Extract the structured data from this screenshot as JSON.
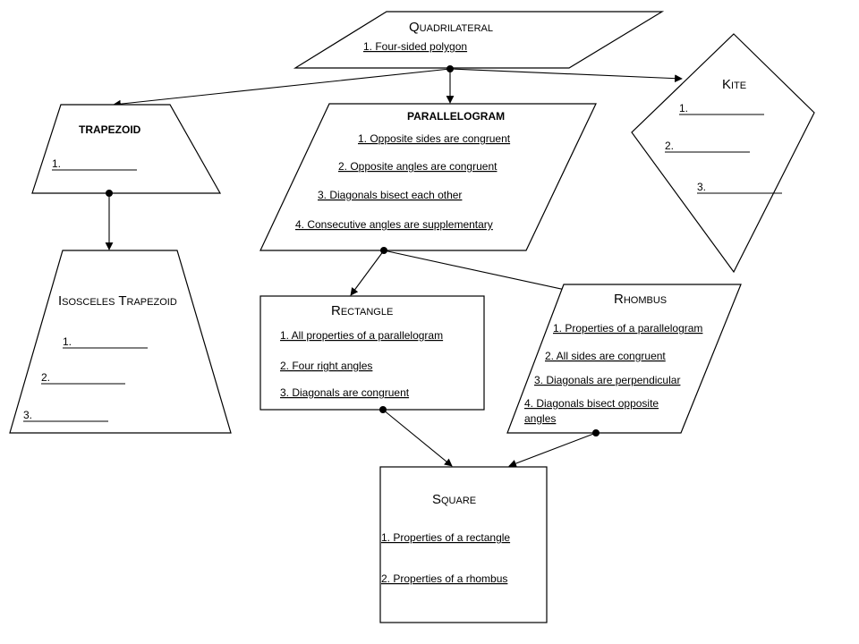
{
  "nodes": {
    "quadrilateral": {
      "title": "Quadrilateral",
      "properties": [
        "1. Four-sided polygon"
      ]
    },
    "trapezoid": {
      "title": "TRAPEZOID",
      "blanks": [
        "1."
      ]
    },
    "isosceles_trapezoid": {
      "title": "Isosceles Trapezoid",
      "blanks": [
        "1.",
        "2.",
        "3."
      ]
    },
    "parallelogram": {
      "title": "PARALLELOGRAM",
      "properties": [
        "1. Opposite sides are congruent",
        "2. Opposite angles are congruent",
        "3. Diagonals bisect each other",
        "4. Consecutive angles are supplementary"
      ]
    },
    "kite": {
      "title": "Kite",
      "blanks": [
        "1.",
        "2.",
        "3."
      ]
    },
    "rectangle": {
      "title": "Rectangle",
      "properties": [
        "1. All properties of a parallelogram",
        "2. Four right angles",
        "3. Diagonals are congruent"
      ]
    },
    "rhombus": {
      "title": "Rhombus",
      "properties": [
        "1. Properties of a parallelogram",
        "2. All sides are congruent",
        "3. Diagonals are perpendicular"
      ],
      "properties_wrapped": [
        "4. Diagonals bisect opposite",
        "angles"
      ]
    },
    "square": {
      "title": "Square",
      "properties": [
        "1. Properties of a rectangle",
        "2.  Properties of a rhombus"
      ]
    }
  }
}
